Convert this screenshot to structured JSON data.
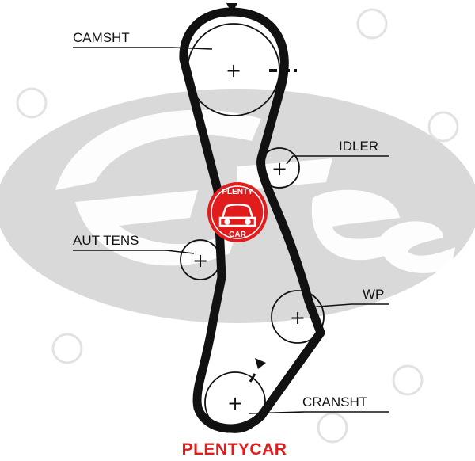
{
  "labels": {
    "camshaft": "CAMSHT",
    "idler": "IDLER",
    "tensioner": "AUT TENS",
    "water_pump": "WP",
    "crankshaft": "CRANSHT"
  },
  "badge": {
    "top": "PLENTY",
    "bottom": "CAR"
  },
  "footer": {
    "brand": "PLENTYCAR"
  },
  "colors": {
    "belt": "#111111",
    "brand": "#e01c1c",
    "logo_watermark": "#d9d9d9"
  }
}
